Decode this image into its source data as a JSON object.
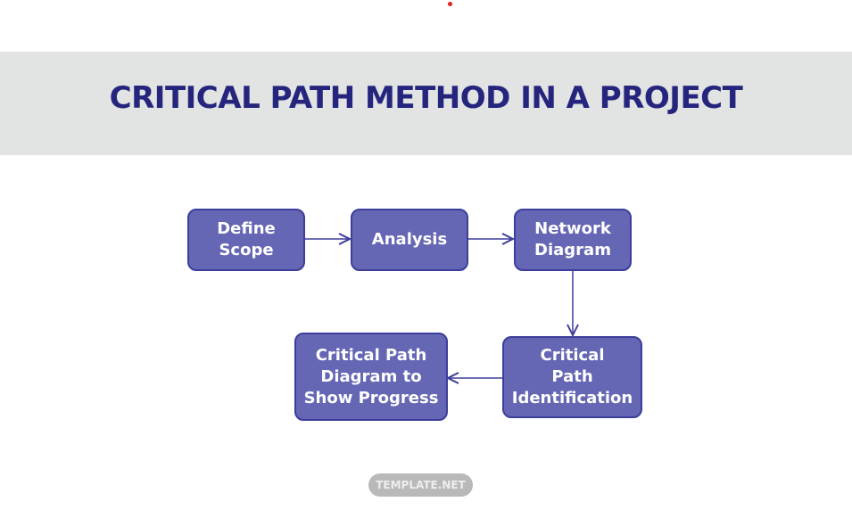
{
  "title": "CRITICAL PATH METHOD IN A PROJECT",
  "steps": {
    "define_scope": "Define\nScope",
    "analysis": "Analysis",
    "network_diagram": "Network\nDiagram",
    "critical_path_identification": "Critical\nPath\nIdentification",
    "progress_diagram": "Critical Path\nDiagram to\nShow Progress"
  },
  "watermark": "TEMPLATE.NET",
  "colors": {
    "box": "#6566b4",
    "border": "#3d3e9c",
    "title": "#25257e",
    "band": "#e2e3e3"
  }
}
